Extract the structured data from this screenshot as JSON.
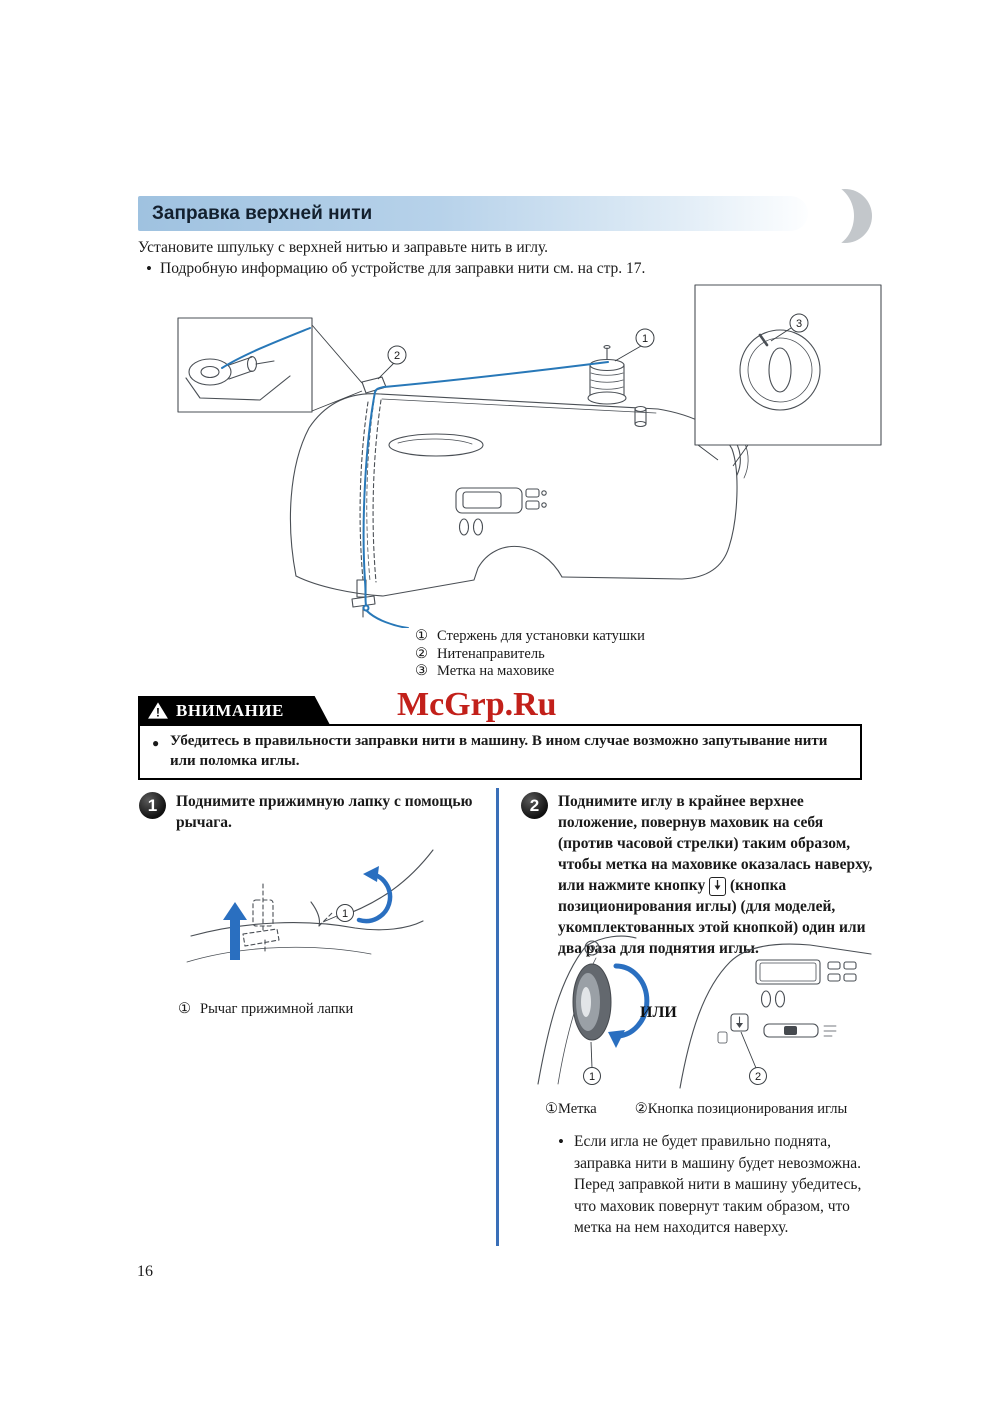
{
  "page": {
    "number": "16"
  },
  "watermark": {
    "text": "McGrp.Ru"
  },
  "header": {
    "title": "Заправка верхней нити"
  },
  "intro": {
    "text": "Установите шпульку с верхней нитью и заправьте нить в иглу.",
    "bullet": "Подробную информацию об устройстве для заправки нити см. на стр. 17."
  },
  "callouts": {
    "c1": "1",
    "c2": "2",
    "c3": "3"
  },
  "diagram": {
    "legend": [
      {
        "num": "①",
        "label": "Стержень для установки катушки"
      },
      {
        "num": "②",
        "label": "Нитенаправитель"
      },
      {
        "num": "③",
        "label": "Метка на маховике"
      }
    ]
  },
  "warning": {
    "title": "ВНИМАНИЕ",
    "icon": "!",
    "text": "Убедитесь в правильности заправки нити в машину. В ином случае возможно запутывание нити или поломка иглы."
  },
  "step1": {
    "number": "1",
    "text": "Поднимите прижимную лапку с помощью рычага.",
    "legend": [
      {
        "num": "①",
        "label": "Рычаг прижимной лапки"
      }
    ]
  },
  "step2": {
    "number": "2",
    "text_before": "Поднимите иглу в крайнее верхнее положение, повернув маховик на себя (против часовой стрелки) таким образом, чтобы метка на маховике оказалась наверху, или нажмите кнопку",
    "text_after": "(кнопка позиционирования иглы) (для моделей, укомплектованных этой кнопкой) один или два раза для поднятия иглы.",
    "or_label": "ИЛИ",
    "legend": [
      {
        "num": "①",
        "label": "Метка"
      },
      {
        "num": "②",
        "label": "Кнопка позиционирования иглы"
      }
    ],
    "note": "Если игла не будет правильно поднята, заправка нити в машину будет невозможна. Перед заправкой нити в машину убедитесь, что маховик повернут таким образом, что метка на нем находится наверху."
  },
  "colors": {
    "accent_blue": "#3a6fb8",
    "thread_blue": "#2878b8",
    "watermark_red": "#c2201a",
    "header_blue": "#a9c9e4"
  }
}
